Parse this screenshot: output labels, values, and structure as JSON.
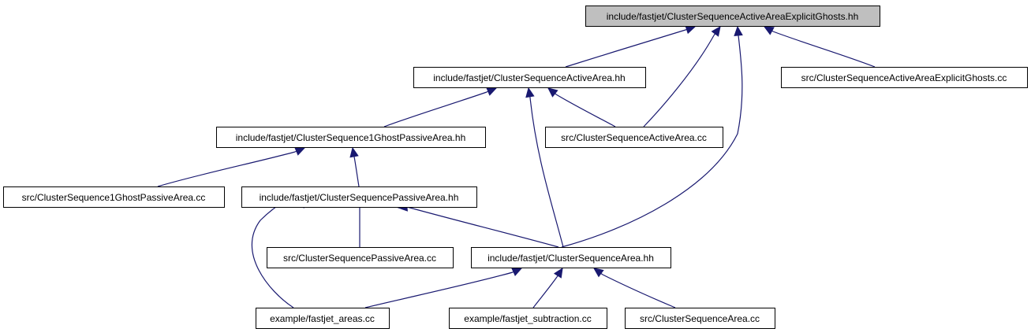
{
  "colors": {
    "node_fill": "#ffffff",
    "root_fill": "#bfbfbf",
    "edge": "#191970",
    "border": "#000000"
  },
  "nodes": [
    {
      "id": "root",
      "label": "include/fastjet/ClusterSequenceActiveAreaExplicitGhosts.hh",
      "highlighted": true
    },
    {
      "id": "caa_hh",
      "label": "include/fastjet/ClusterSequenceActiveArea.hh"
    },
    {
      "id": "explicit_cc",
      "label": "src/ClusterSequenceActiveAreaExplicitGhosts.cc"
    },
    {
      "id": "ghost1_hh",
      "label": "include/fastjet/ClusterSequence1GhostPassiveArea.hh"
    },
    {
      "id": "caa_cc",
      "label": "src/ClusterSequenceActiveArea.cc"
    },
    {
      "id": "ghost1_cc",
      "label": "src/ClusterSequence1GhostPassiveArea.cc"
    },
    {
      "id": "passive_hh",
      "label": "include/fastjet/ClusterSequencePassiveArea.hh"
    },
    {
      "id": "passive_cc",
      "label": "src/ClusterSequencePassiveArea.cc"
    },
    {
      "id": "area_hh",
      "label": "include/fastjet/ClusterSequenceArea.hh"
    },
    {
      "id": "ex_areas",
      "label": "example/fastjet_areas.cc"
    },
    {
      "id": "ex_sub",
      "label": "example/fastjet_subtraction.cc"
    },
    {
      "id": "area_cc",
      "label": "src/ClusterSequenceArea.cc"
    }
  ],
  "edges": [
    {
      "from": "caa_hh",
      "to": "root"
    },
    {
      "from": "caa_cc",
      "to": "root"
    },
    {
      "from": "area_hh",
      "to": "root"
    },
    {
      "from": "explicit_cc",
      "to": "root"
    },
    {
      "from": "ghost1_hh",
      "to": "caa_hh"
    },
    {
      "from": "area_hh",
      "to": "caa_hh"
    },
    {
      "from": "caa_cc",
      "to": "caa_hh"
    },
    {
      "from": "ghost1_cc",
      "to": "ghost1_hh"
    },
    {
      "from": "passive_hh",
      "to": "ghost1_hh"
    },
    {
      "from": "ex_areas",
      "to": "passive_hh"
    },
    {
      "from": "passive_cc",
      "to": "passive_hh"
    },
    {
      "from": "area_hh",
      "to": "passive_hh"
    },
    {
      "from": "ex_areas",
      "to": "area_hh"
    },
    {
      "from": "ex_sub",
      "to": "area_hh"
    },
    {
      "from": "area_cc",
      "to": "area_hh"
    }
  ]
}
